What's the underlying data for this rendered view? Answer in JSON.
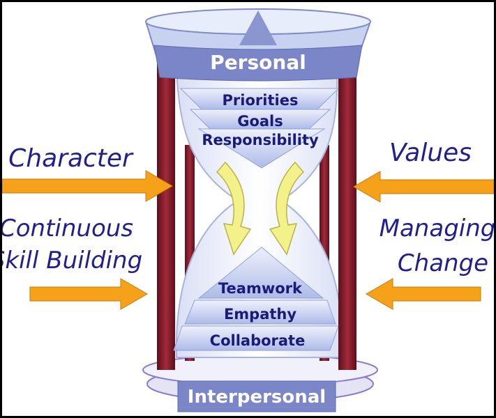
{
  "diagram": {
    "top_label": "Personal",
    "bottom_label": "Interpersonal",
    "top_layers": [
      "Priorities",
      "Goals",
      "Responsibility"
    ],
    "bottom_layers": [
      "Teamwork",
      "Empathy",
      "Collaborate"
    ],
    "left_inputs": [
      {
        "lines": [
          "Character"
        ]
      },
      {
        "lines": [
          "Continuous",
          "Skill Building"
        ]
      }
    ],
    "right_inputs": [
      {
        "lines": [
          "Values"
        ]
      },
      {
        "lines": [
          "Managing",
          "Change"
        ]
      }
    ]
  },
  "colors": {
    "post": "#8b1c2b",
    "glass_top": "#c6d2f0",
    "band": "#7a86c7",
    "layer_fill": "#c9d3f3",
    "layer_text": "#1a1a7a",
    "arrow": "#f5a21a",
    "flow_arrow": "#f3f28a",
    "side_text": "#1f1f8f"
  }
}
